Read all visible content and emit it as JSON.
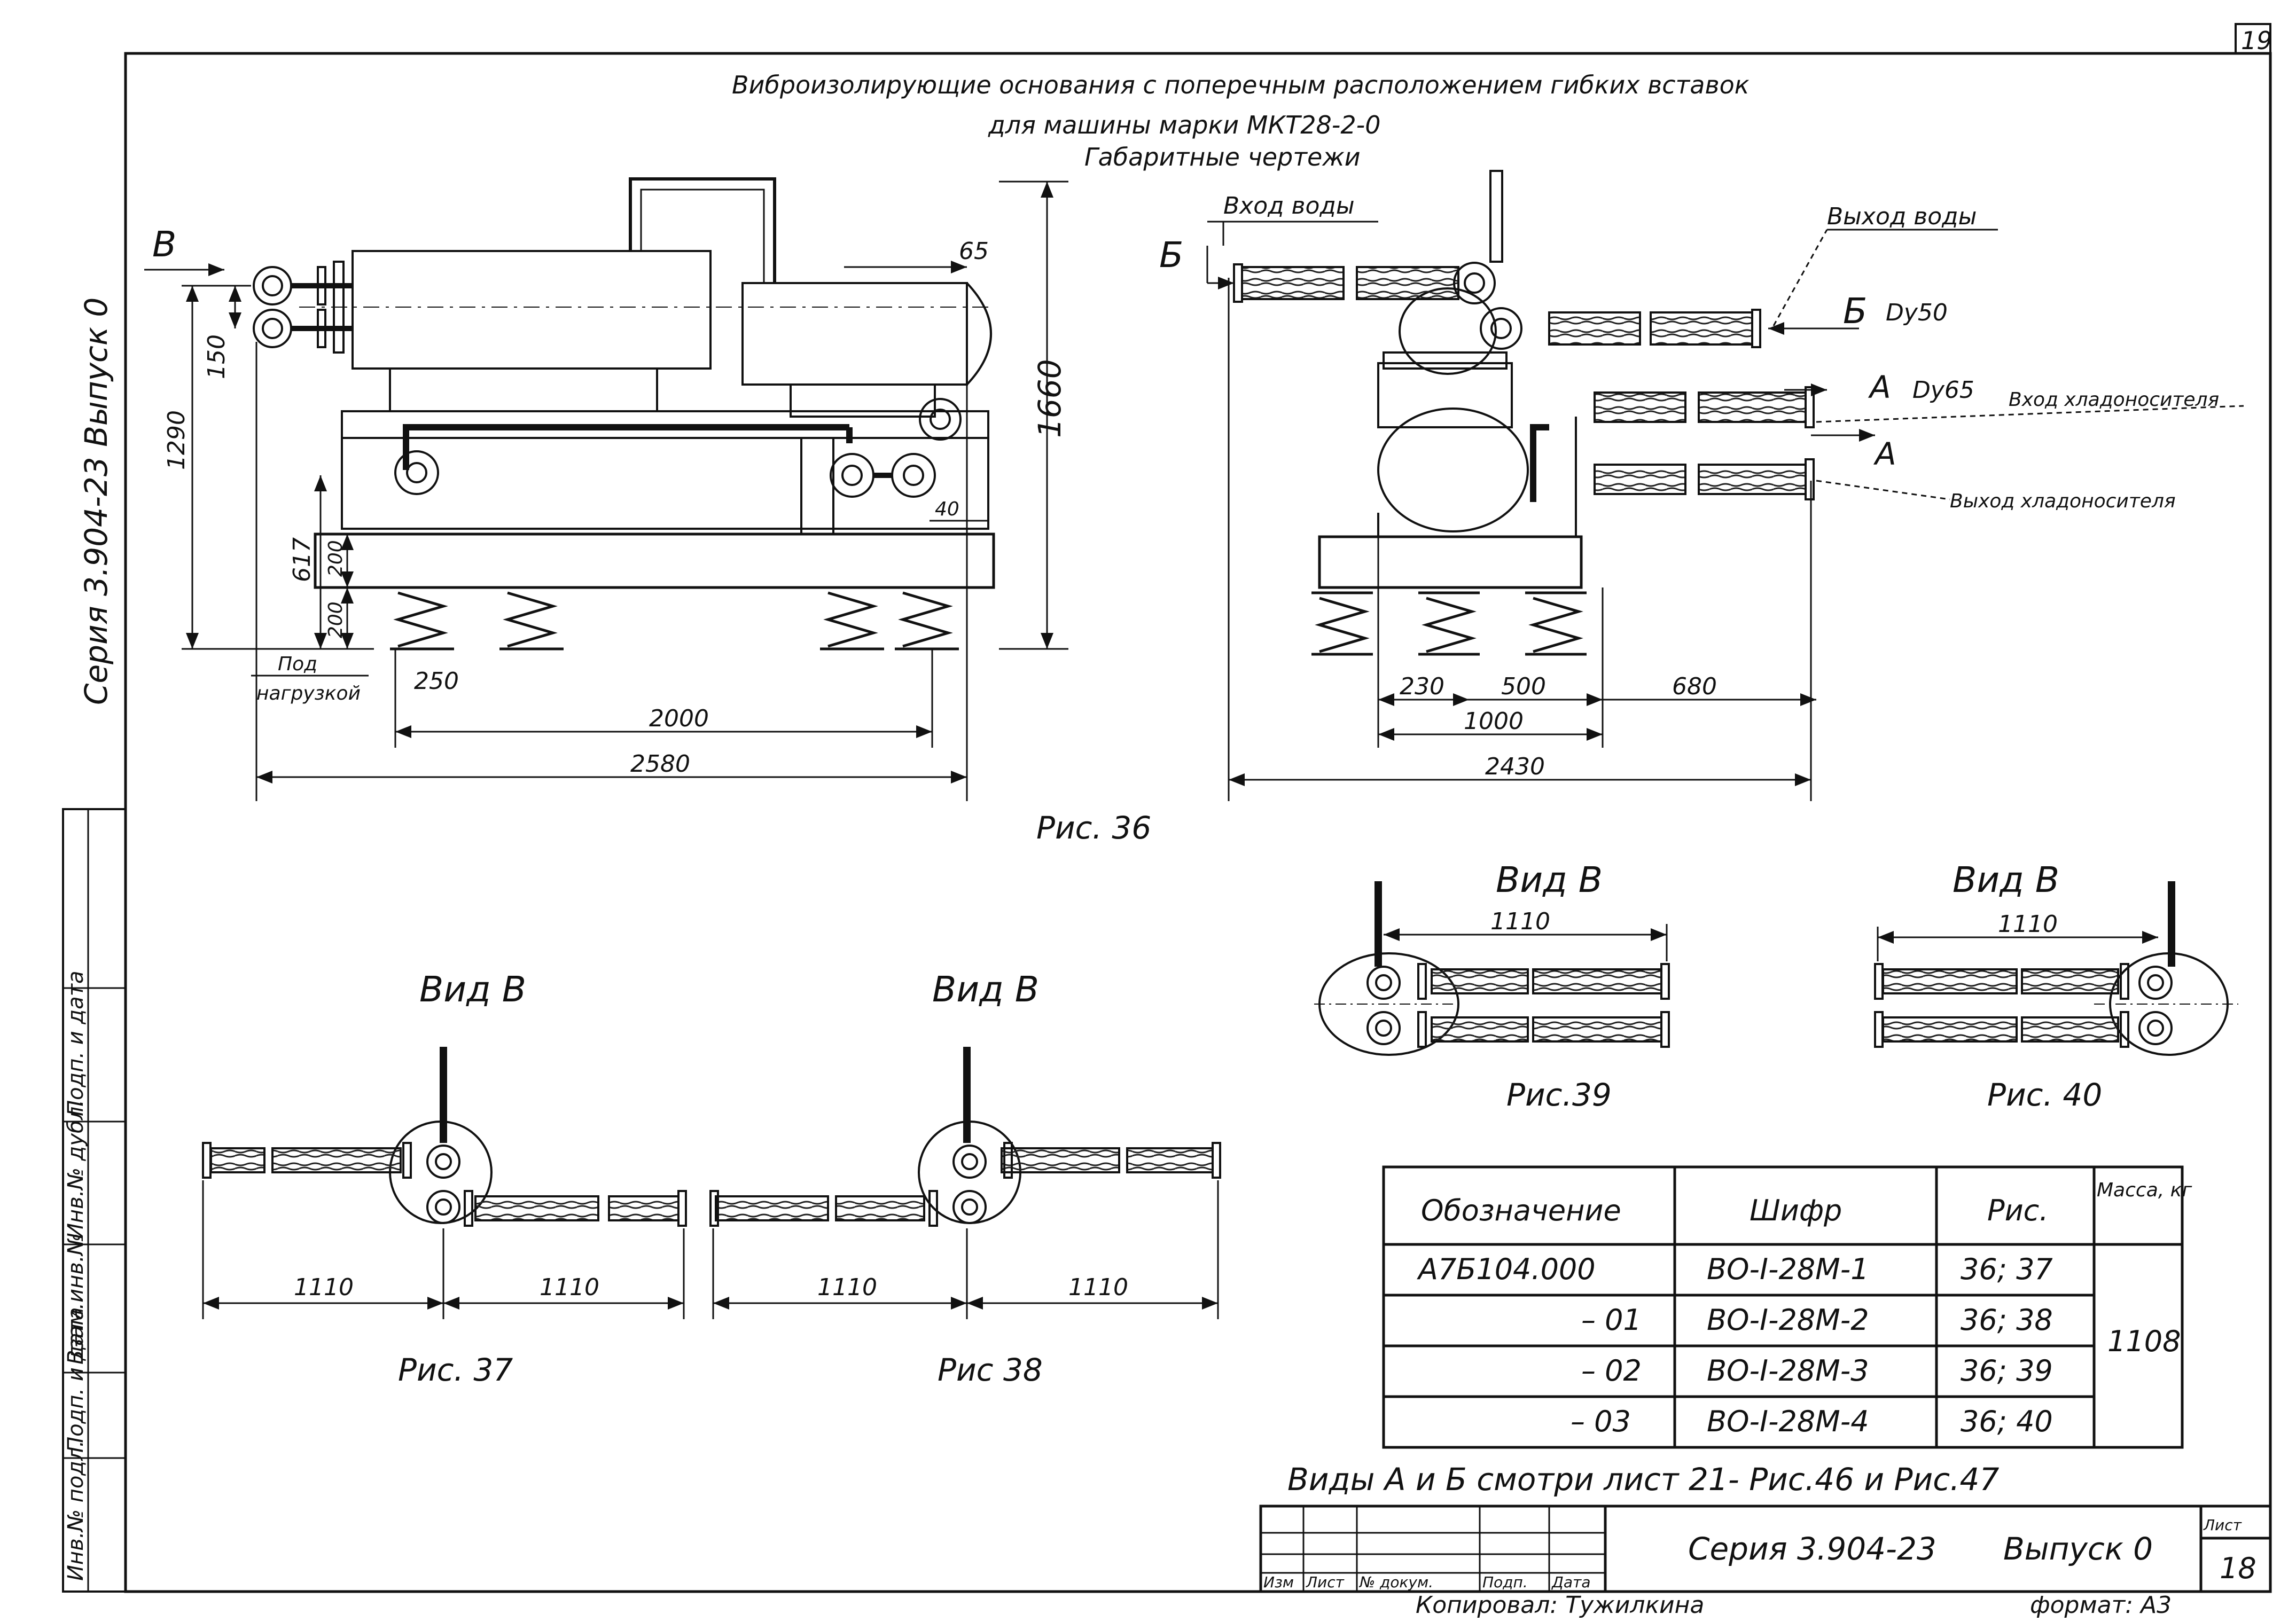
{
  "page_number": "19",
  "title": {
    "line1": "Виброизолирующие основания с поперечным расположением гибких вставок",
    "line2": "для машины марки МКТ28-2-0",
    "line3": "Габаритные чертежи"
  },
  "side_series": "Серия 3.904-23   Выпуск 0",
  "fig36": {
    "caption": "Рис. 36",
    "label_view": "В",
    "label_b": "Б",
    "label_a1": "А",
    "label_a2": "А",
    "label_b2": "Б",
    "dy50": "Dу50",
    "dy65": "Dу65",
    "water_in": "Вход воды",
    "water_out": "Выход воды",
    "coolant_in": "Вход хладоносителя",
    "coolant_out": "Выход хладоносителя",
    "under_load": "Под",
    "under_load2": "нагрузкой",
    "dims": {
      "d150": "150",
      "d1290": "1290",
      "d617": "617",
      "d200a": "200",
      "d200b": "200",
      "d250": "250",
      "d2000": "2000",
      "d2580": "2580",
      "d65": "65",
      "d40": "40",
      "d1660": "1660",
      "d230": "230",
      "d500": "500",
      "d680": "680",
      "d1000": "1000",
      "d2430": "2430"
    }
  },
  "fig37": {
    "caption": "Рис. 37",
    "view": "Вид В",
    "left": "1110",
    "right": "1110"
  },
  "fig38": {
    "caption": "Рис 38",
    "view": "Вид В",
    "left": "1110",
    "right": "1110"
  },
  "fig39": {
    "caption": "Рис.39",
    "view": "Вид В",
    "width": "1110"
  },
  "fig40": {
    "caption": "Рис. 40",
    "view": "Вид В",
    "width": "1110"
  },
  "table": {
    "headers": [
      "Обозначение",
      "Шифр",
      "Рис.",
      "Масса, кг"
    ],
    "rows": [
      {
        "designation": "А7Б104.000",
        "code": "ВО-I-28М-1",
        "fig": "36; 37"
      },
      {
        "designation": "– 01",
        "code": "ВО-I-28М-2",
        "fig": "36; 38"
      },
      {
        "designation": "– 02",
        "code": "ВО-I-28М-3",
        "fig": "36; 39"
      },
      {
        "designation": "– 03",
        "code": "ВО-I-28М-4",
        "fig": "36; 40"
      }
    ],
    "mass": "1108"
  },
  "note": "Виды А и Б смотри лист 21-  Рис.46 и  Рис.47",
  "left_strip": [
    "Инв.№ подл.",
    "Подп. и дата",
    "Взам.инв.№",
    "Инв.№ дубл.",
    "Подп. и дата"
  ],
  "stamp": {
    "series": "Серия 3.904-23",
    "issue": "Выпуск 0",
    "sheet_label": "Лист",
    "sheet_no": "18",
    "cols": [
      "Изм",
      "Лист",
      "№ докум.",
      "Подп.",
      "Дата"
    ],
    "copied": "Копировал: Тужилкина",
    "format": "формат: А3"
  }
}
